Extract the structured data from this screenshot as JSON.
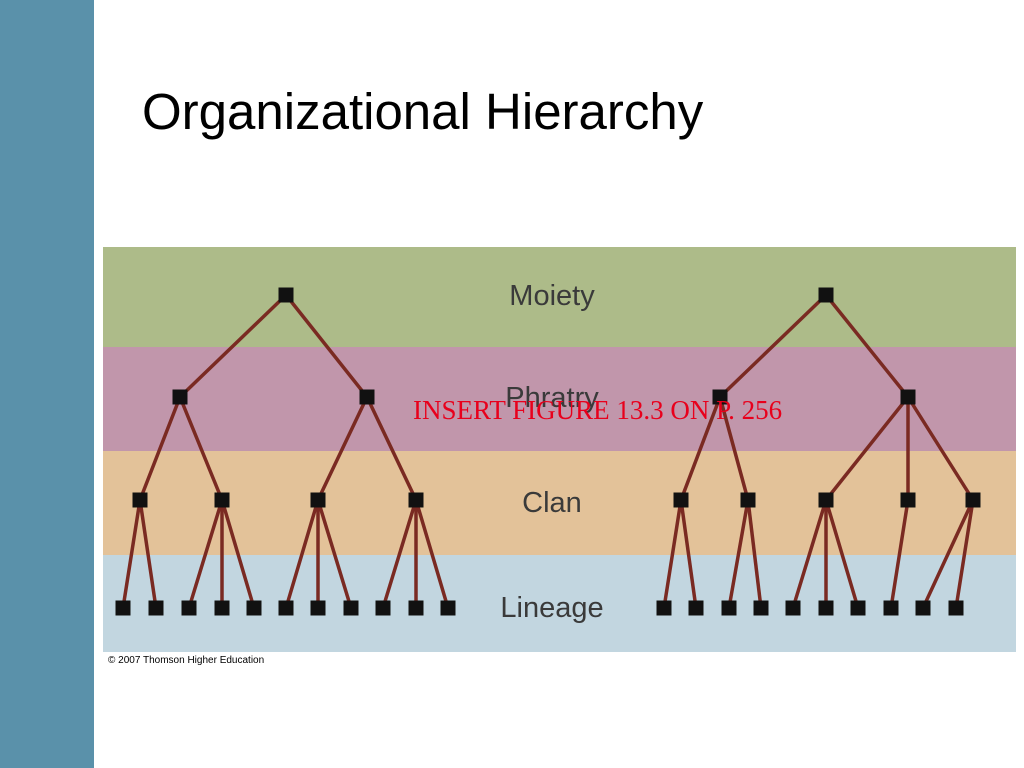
{
  "slide": {
    "title": "Organizational Hierarchy",
    "credit": "© 2007 Thomson Higher Education",
    "insert_note": "INSERT FIGURE 13.3 ON P. 256"
  },
  "diagram": {
    "levels": [
      {
        "label": "Moiety",
        "color": "#adbb89"
      },
      {
        "label": "Phratry",
        "color": "#c196ab"
      },
      {
        "label": "Clan",
        "color": "#e3c299"
      },
      {
        "label": "Lineage",
        "color": "#c2d6e0"
      }
    ],
    "edge_color": "#7a2a22",
    "node_color": "#111111",
    "trees": [
      [
        [
          2,
          3
        ],
        [
          3,
          3
        ]
      ],
      [
        [
          2,
          2
        ],
        [
          3,
          1,
          2
        ]
      ]
    ]
  }
}
